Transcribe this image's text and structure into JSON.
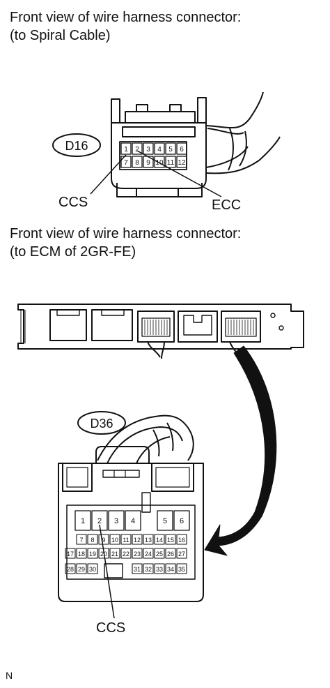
{
  "heading_spiral": [
    "Front view of wire harness connector:",
    "(to Spiral Cable)"
  ],
  "heading_ecm": [
    "Front view of wire harness connector:",
    "(to ECM of 2GR-FE)"
  ],
  "connector_d16": {
    "code": "D16",
    "pins_row1": [
      "1",
      "2",
      "3",
      "4",
      "5",
      "6"
    ],
    "pins_row2": [
      "7",
      "8",
      "9",
      "10",
      "11",
      "12"
    ],
    "callouts": [
      "CCS",
      "ECC"
    ]
  },
  "connector_d36": {
    "code": "D36",
    "pins_row1": [
      "1",
      "2",
      "3",
      "4",
      "5",
      "6"
    ],
    "pins_row2": [
      "7",
      "8",
      "9",
      "10",
      "11",
      "12",
      "13",
      "14",
      "15",
      "16"
    ],
    "pins_row3": [
      "17",
      "18",
      "19",
      "20",
      "21",
      "22",
      "23",
      "24",
      "25",
      "26",
      "27"
    ],
    "pins_row4": [
      "28",
      "29",
      "30",
      "31",
      "32",
      "33",
      "34",
      "35"
    ],
    "callout": "CCS"
  },
  "figure_code": "N"
}
